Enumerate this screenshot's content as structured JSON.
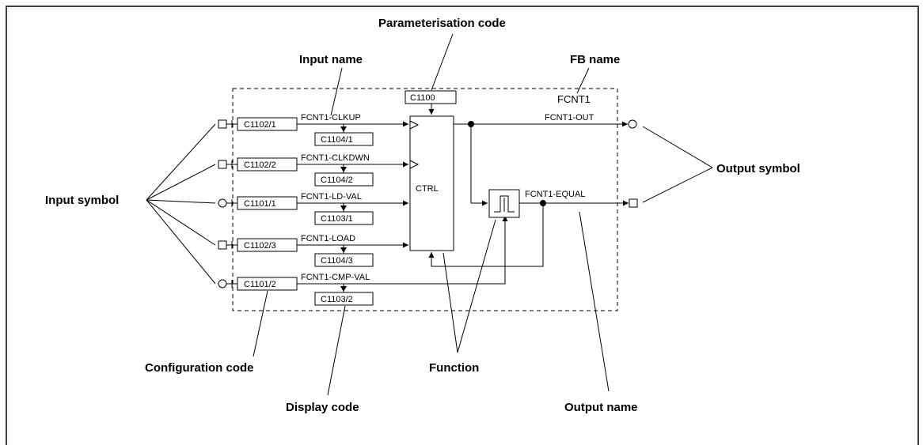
{
  "callouts": {
    "parameterisation_code": "Parameterisation code",
    "input_name": "Input name",
    "fb_name": "FB name",
    "output_symbol": "Output symbol",
    "input_symbol": "Input symbol",
    "configuration_code": "Configuration code",
    "display_code": "Display code",
    "function": "Function",
    "output_name": "Output name"
  },
  "block": {
    "fb_name": "FCNT1",
    "param_code": "C1100",
    "ctrl_label": "CTRL"
  },
  "inputs": [
    {
      "symbol": "square",
      "config_code": "C1102/1",
      "name": "FCNT1-CLKUP",
      "display_code": "C1104/1"
    },
    {
      "symbol": "square",
      "config_code": "C1102/2",
      "name": "FCNT1-CLKDWN",
      "display_code": "C1104/2"
    },
    {
      "symbol": "circle",
      "config_code": "C1101/1",
      "name": "FCNT1-LD-VAL",
      "display_code": "C1103/1"
    },
    {
      "symbol": "square",
      "config_code": "C1102/3",
      "name": "FCNT1-LOAD",
      "display_code": "C1104/3"
    },
    {
      "symbol": "circle",
      "config_code": "C1101/2",
      "name": "FCNT1-CMP-VAL",
      "display_code": "C1103/2"
    }
  ],
  "outputs": [
    {
      "symbol": "circle",
      "name": "FCNT1-OUT"
    },
    {
      "symbol": "square",
      "name": "FCNT1-EQUAL"
    }
  ]
}
